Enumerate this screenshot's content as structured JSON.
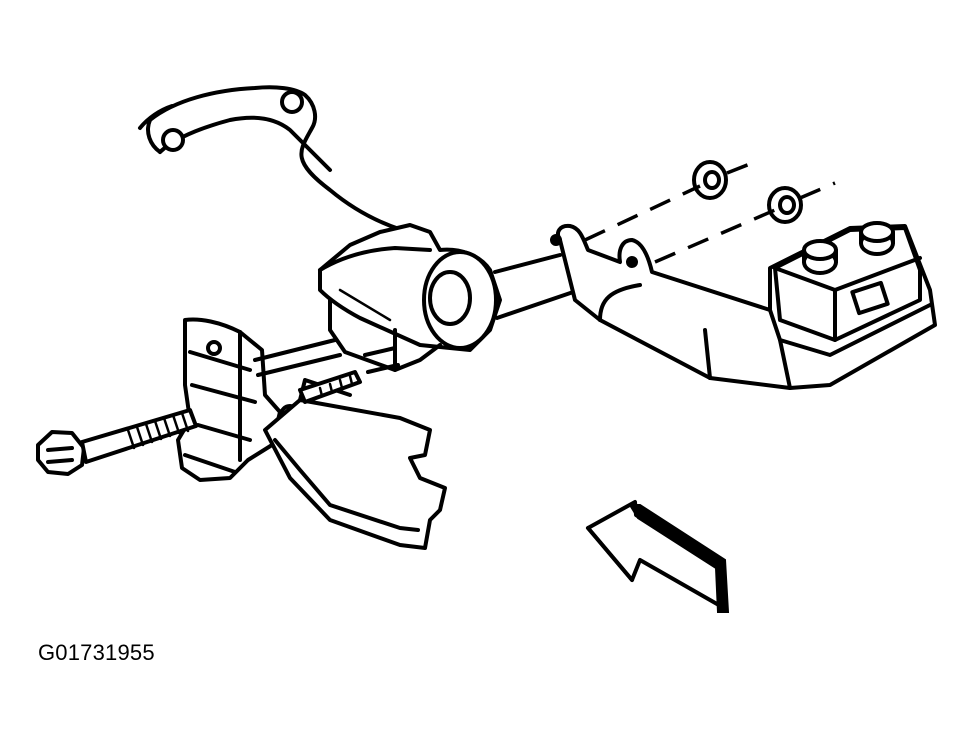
{
  "figure": {
    "id_label": "G01731955",
    "line_color": "#000000",
    "background_color": "#ffffff"
  },
  "parts": [
    {
      "name": "mounting-bolt"
    },
    {
      "name": "lower-bracket"
    },
    {
      "name": "frame-bracket"
    },
    {
      "name": "engine-mount"
    },
    {
      "name": "upper-bracket-arm"
    },
    {
      "name": "mount-studs"
    },
    {
      "name": "nuts"
    },
    {
      "name": "transmission-mount-bracket"
    },
    {
      "name": "direction-arrow"
    }
  ]
}
